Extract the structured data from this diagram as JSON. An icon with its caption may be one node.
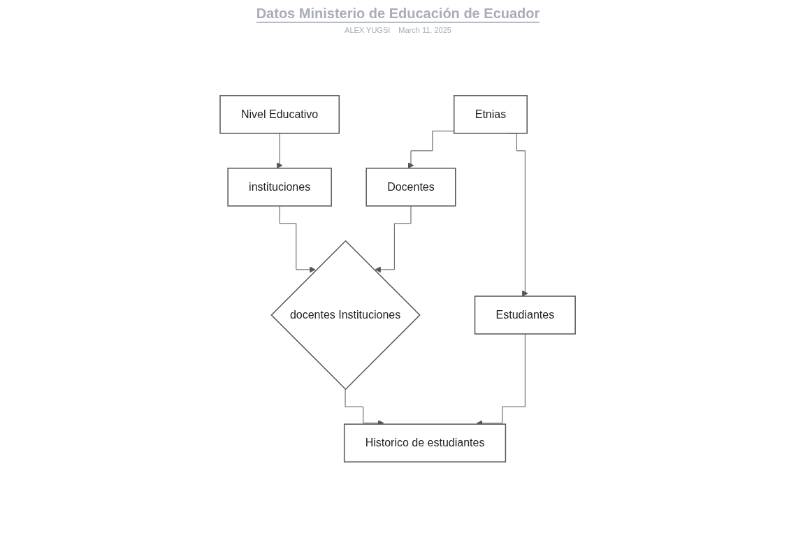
{
  "diagram": {
    "title": "Datos Ministerio de Educación de Ecuador",
    "nodes": [
      {
        "text": [
          "Etnias"
        ]
      },
      {
        "text": [
          "Docentes"
        ]
      },
      {
        "text": [
          "Estudiantes"
        ]
      },
      {
        "text": [
          "docentes Instituciones"
        ]
      },
      {
        "text": [
          "instituciones"
        ]
      },
      {
        "text": [
          "Historico de estudiantes"
        ]
      },
      {
        "text": [
          "Nivel Educativo"
        ]
      }
    ],
    "edges": [
      {
        "from": 0,
        "to": 1,
        "arrow": "to"
      },
      {
        "from": 0,
        "to": 2,
        "arrow": "to"
      },
      {
        "from": 1,
        "to": 3,
        "arrow": "to"
      },
      {
        "from": 4,
        "to": 3,
        "arrow": "to"
      },
      {
        "from": 3,
        "to": 5,
        "arrow": "to"
      },
      {
        "from": 2,
        "to": 5,
        "arrow": "to"
      },
      {
        "from": 6,
        "to": 4,
        "arrow": "to"
      }
    ],
    "labels": [
      "ALEX YUGSI",
      "March 11, 2025"
    ]
  }
}
